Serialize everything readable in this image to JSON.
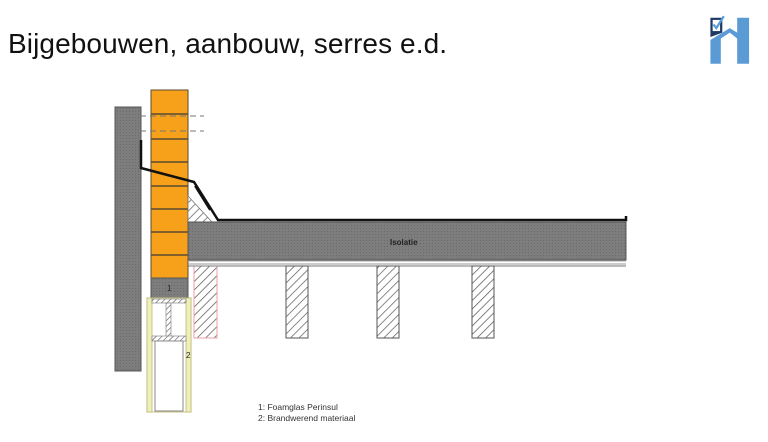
{
  "slide": {
    "title": "Bijgebouwen, aanbouw, serres e.d.",
    "logo": {
      "icon": "house-check-logo-icon",
      "colors": {
        "primary": "#5b9bd5",
        "dark": "#1f3864"
      }
    }
  },
  "diagram": {
    "labels": {
      "insulation": "Isolatie",
      "marker_1": "1",
      "marker_2": "2"
    },
    "legend": [
      {
        "number": "1",
        "text": "1: Foamglas Perinsul"
      },
      {
        "number": "2",
        "text": "2: Brandwerend materiaal"
      }
    ],
    "colors": {
      "brick": "#f7a11a",
      "concrete": "#7a7a7a",
      "membrane": "#111111",
      "fire_resistant_outline": "#e8a0a8",
      "frame": "#e6e6a8"
    },
    "beam_count": 3
  }
}
